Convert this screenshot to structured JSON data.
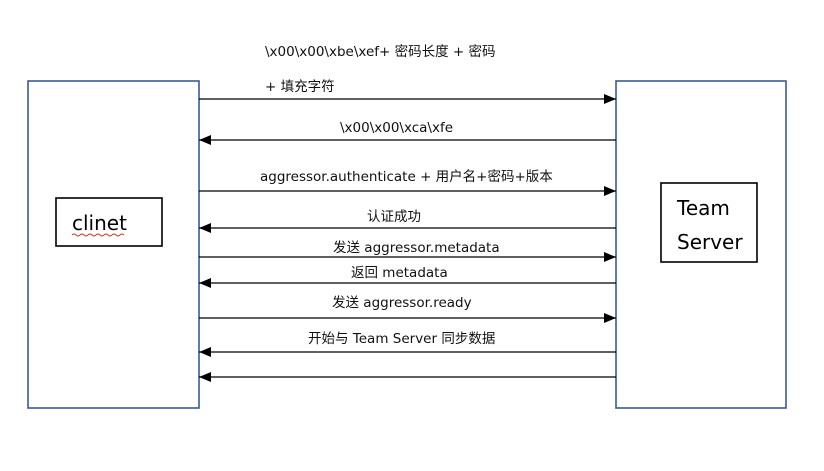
{
  "participants": {
    "client": {
      "label": "clinet"
    },
    "server": {
      "label_line1": "Team",
      "label_line2": "Server"
    }
  },
  "messages": [
    {
      "direction": "right",
      "text_lines": [
        "\\x00\\x00\\xbe\\xef+  密码长度  +  密码",
        "+ 填充字符"
      ]
    },
    {
      "direction": "left",
      "text_lines": [
        "\\x00\\x00\\xca\\xfe"
      ]
    },
    {
      "direction": "right",
      "text_lines": [
        "aggressor.authenticate + 用户名+密码+版本"
      ]
    },
    {
      "direction": "left",
      "text_lines": [
        "认证成功"
      ]
    },
    {
      "direction": "right",
      "text_lines": [
        "发送 aggressor.metadata"
      ]
    },
    {
      "direction": "left",
      "text_lines": [
        "返回 metadata"
      ]
    },
    {
      "direction": "right",
      "text_lines": [
        "发送 aggressor.ready"
      ]
    },
    {
      "direction": "left",
      "text_lines": [
        "开始与 Team Server 同步数据"
      ]
    },
    {
      "direction": "left",
      "text_lines": []
    }
  ]
}
